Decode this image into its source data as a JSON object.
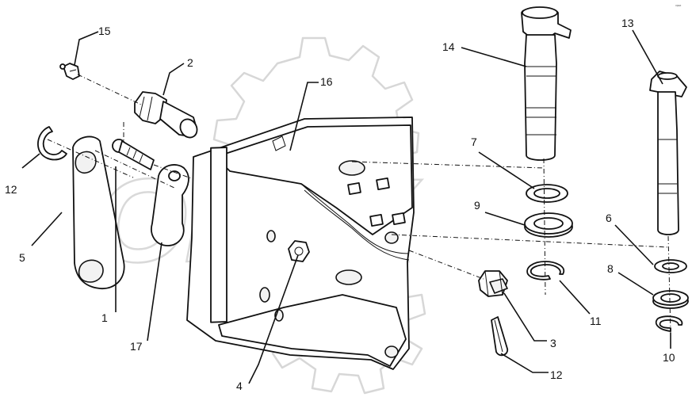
{
  "watermark": {
    "text": "OPEX"
  },
  "corner_mark": "ᵒᵖᵉˣ",
  "callouts": [
    {
      "id": "15",
      "label": "15"
    },
    {
      "id": "2",
      "label": "2"
    },
    {
      "id": "16",
      "label": "16"
    },
    {
      "id": "14",
      "label": "14"
    },
    {
      "id": "13",
      "label": "13"
    },
    {
      "id": "12a",
      "label": "12"
    },
    {
      "id": "5",
      "label": "5"
    },
    {
      "id": "1",
      "label": "1"
    },
    {
      "id": "17",
      "label": "17"
    },
    {
      "id": "4",
      "label": "4"
    },
    {
      "id": "7",
      "label": "7"
    },
    {
      "id": "9",
      "label": "9"
    },
    {
      "id": "6",
      "label": "6"
    },
    {
      "id": "8",
      "label": "8"
    },
    {
      "id": "11",
      "label": "11"
    },
    {
      "id": "3",
      "label": "3"
    },
    {
      "id": "12b",
      "label": "12"
    },
    {
      "id": "10",
      "label": "10"
    }
  ]
}
